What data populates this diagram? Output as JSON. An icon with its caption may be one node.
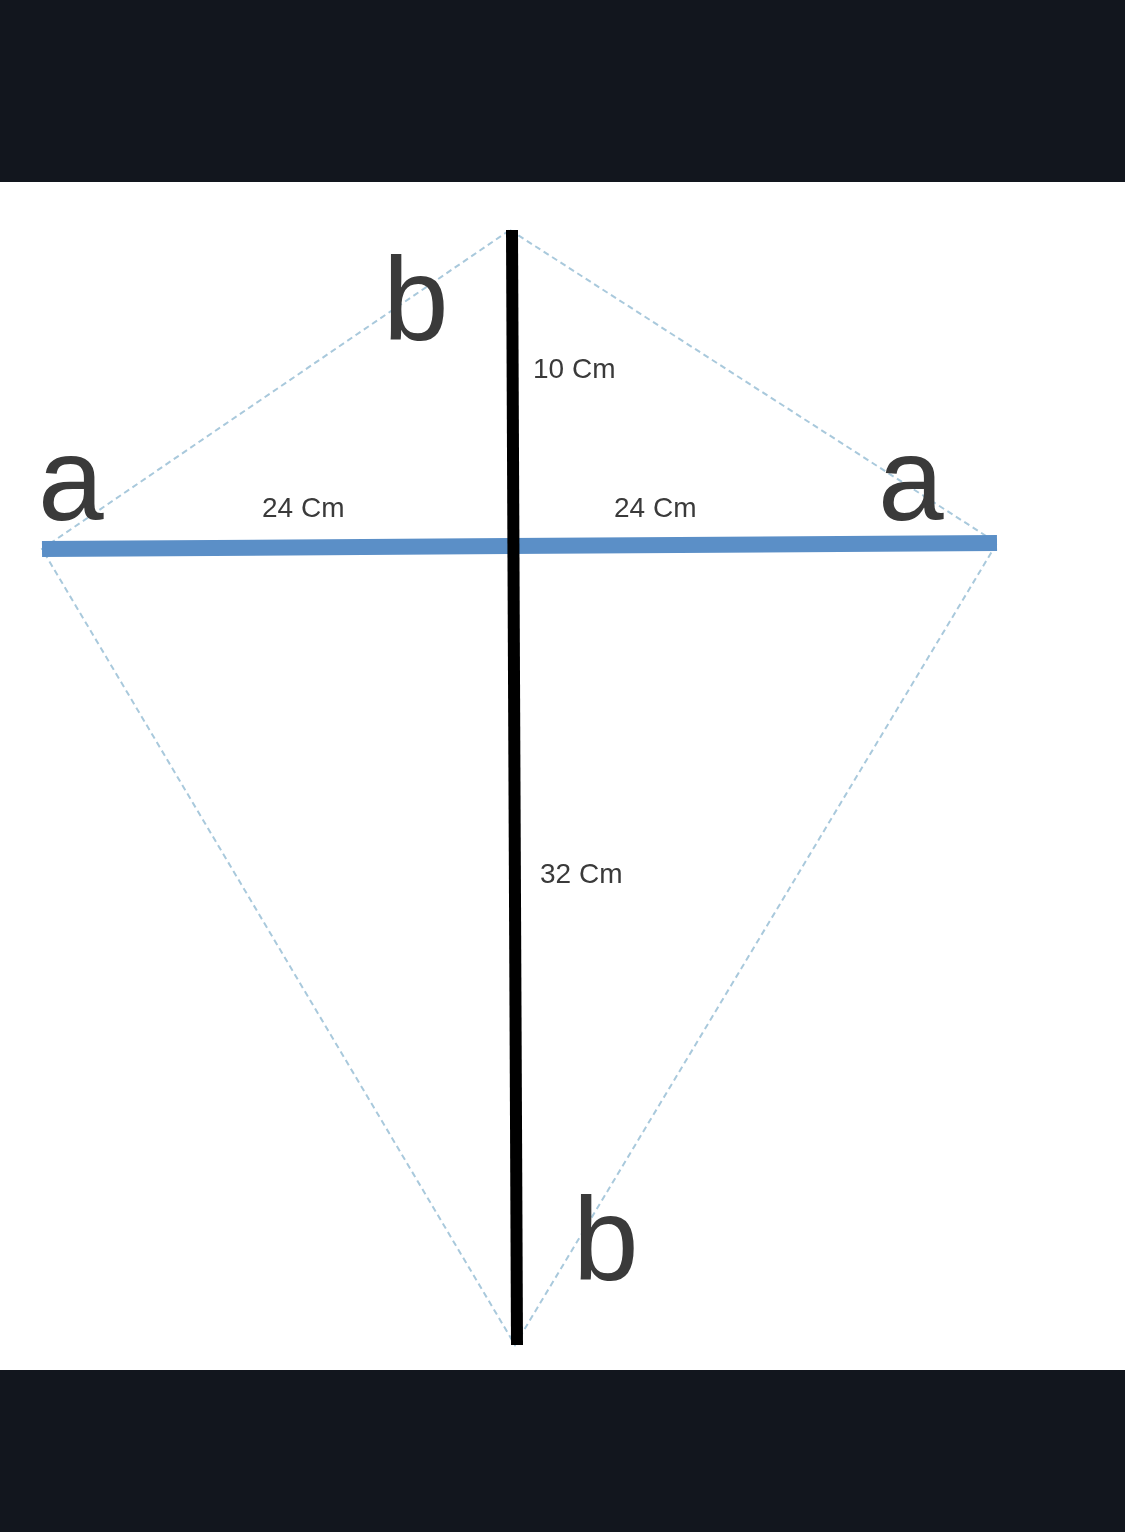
{
  "diagram": {
    "labels": [
      "b",
      "10 Cm",
      "a",
      "24 Cm",
      "24 Cm",
      "a",
      "32 Cm",
      "b"
    ]
  }
}
